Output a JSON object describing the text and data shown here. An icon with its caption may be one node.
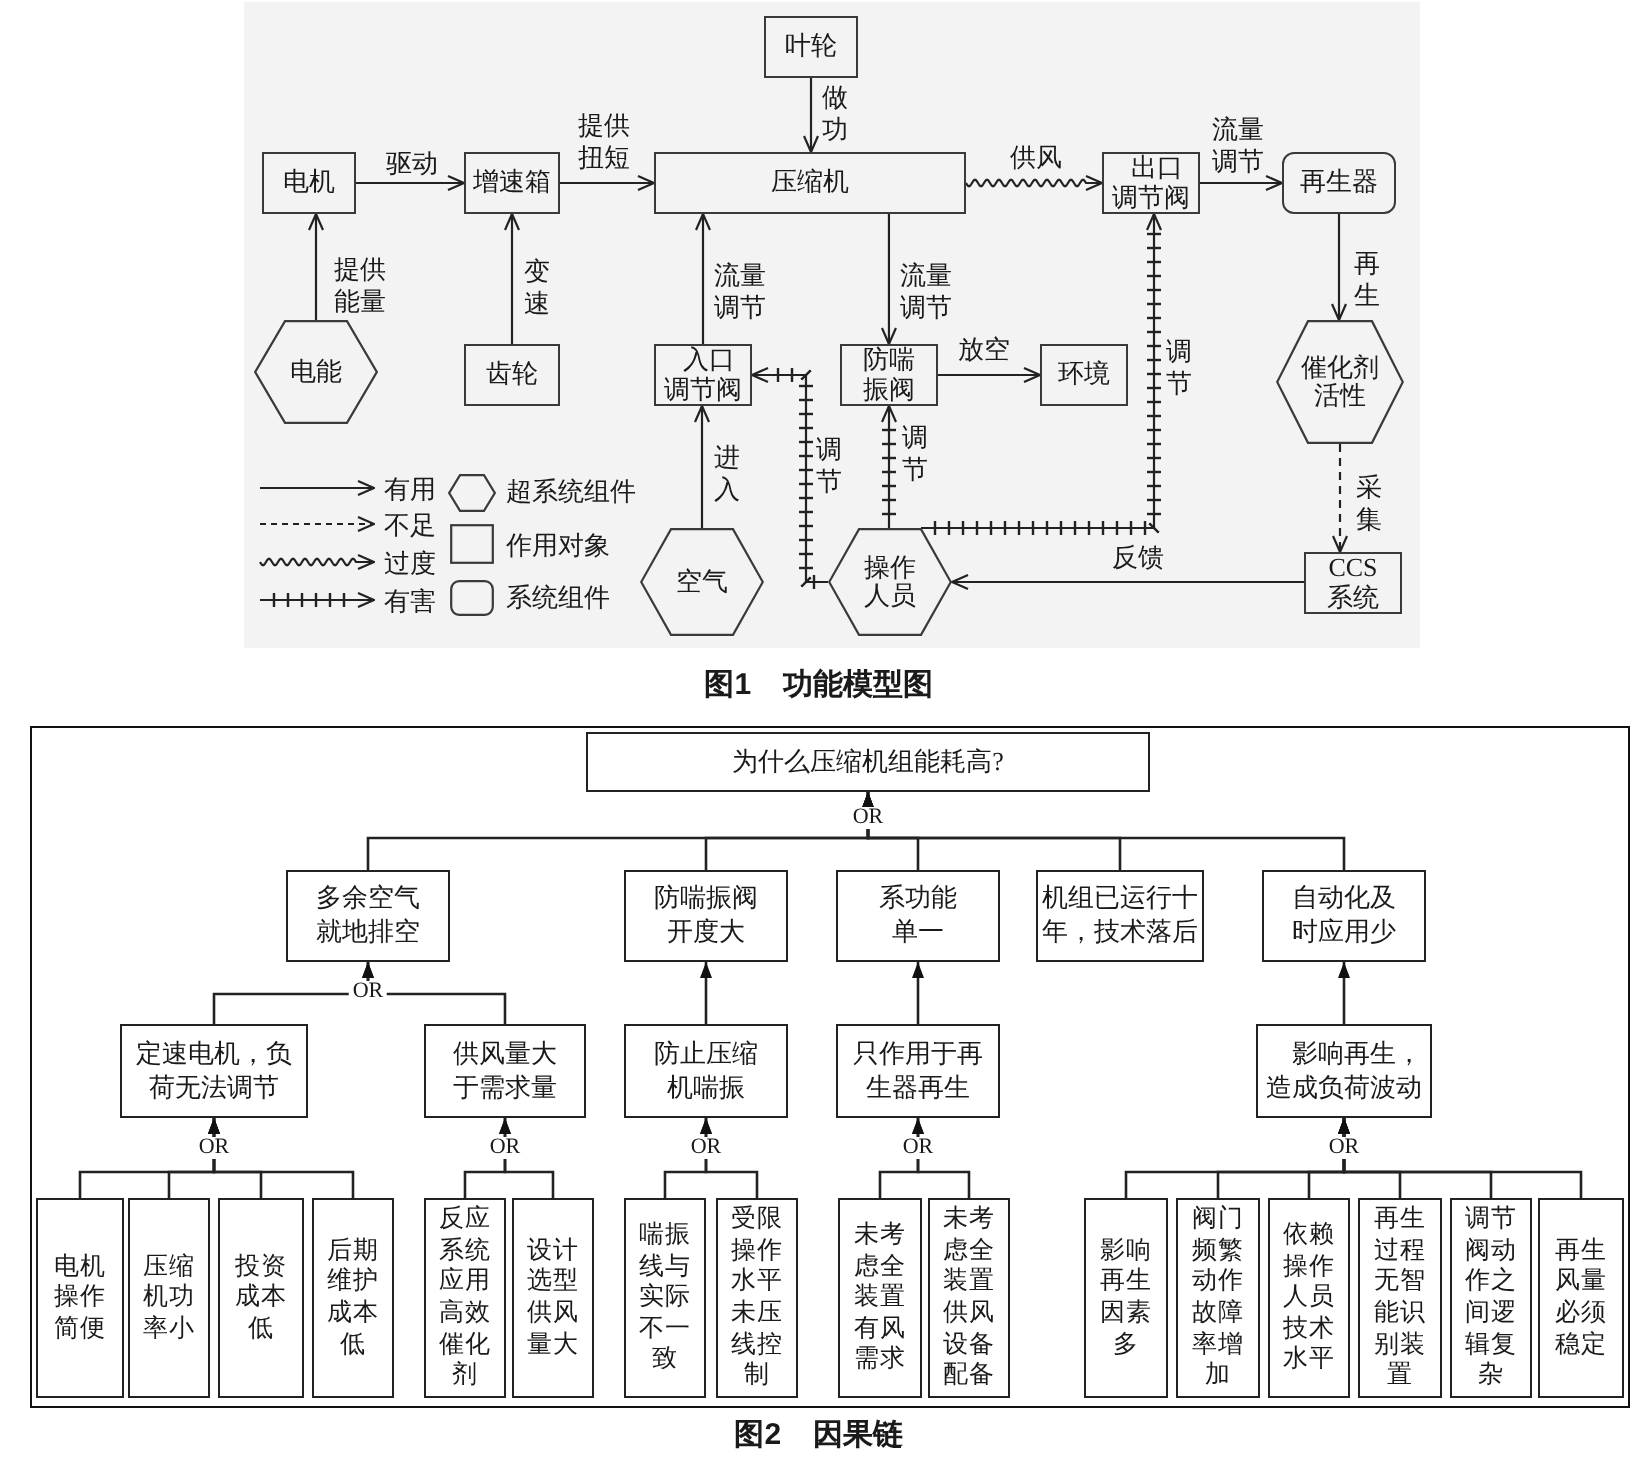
{
  "diagram": {
    "nodes": [
      {
        "text": [
          "叶轮"
        ]
      },
      {
        "text": [
          "电机"
        ]
      },
      {
        "text": [
          "增速箱"
        ]
      },
      {
        "text": [
          "压缩机"
        ]
      },
      {
        "text": [
          "出口调节阀"
        ]
      },
      {
        "text": [
          "再生器"
        ]
      },
      {
        "text": [
          "电能"
        ]
      },
      {
        "text": [
          "齿轮"
        ]
      },
      {
        "text": [
          "入口调节阀"
        ]
      },
      {
        "text": [
          "防喘振阀"
        ]
      },
      {
        "text": [
          "环境"
        ]
      },
      {
        "text": [
          "催化剂活性"
        ]
      },
      {
        "text": [
          "空气"
        ]
      },
      {
        "text": [
          "操作人员"
        ]
      },
      {
        "text": [
          "CCS系统"
        ]
      },
      {
        "text": [
          "为什么压缩机组能耗高?"
        ]
      },
      {
        "text": [
          "多余空气就地排空"
        ]
      },
      {
        "text": [
          "防喘振阀开度大"
        ]
      },
      {
        "text": [
          "系功能单一"
        ]
      },
      {
        "text": [
          "机组已运行十年，技术落后"
        ]
      },
      {
        "text": [
          "自动化及时应用少"
        ]
      },
      {
        "text": [
          "定速电机，负荷无法调节"
        ]
      },
      {
        "text": [
          "供风量大于需求量"
        ]
      },
      {
        "text": [
          "防止压缩机喘振"
        ]
      },
      {
        "text": [
          "只作用于再生器再生"
        ]
      },
      {
        "text": [
          "影响再生，造成负荷波动"
        ]
      },
      {
        "text": [
          "电机操作简便"
        ]
      },
      {
        "text": [
          "压缩机功率小"
        ]
      },
      {
        "text": [
          "投资成本低"
        ]
      },
      {
        "text": [
          "后期维护成本低"
        ]
      },
      {
        "text": [
          "反应系统应用高效催化剂"
        ]
      },
      {
        "text": [
          "设计选型供风量大"
        ]
      },
      {
        "text": [
          "喘振线与实际不一致"
        ]
      },
      {
        "text": [
          "受限操作水平未压线控制"
        ]
      },
      {
        "text": [
          "未考虑全装置有风需求"
        ]
      },
      {
        "text": [
          "未考虑全装置供风设备配备"
        ]
      },
      {
        "text": [
          "影响再生因素多"
        ]
      },
      {
        "text": [
          "阀门频繁动作故障率增加"
        ]
      },
      {
        "text": [
          "依赖操作人员技术水平"
        ]
      },
      {
        "text": [
          "再生过程无智能识别装置"
        ]
      },
      {
        "text": [
          "调节阀动作之间逻辑复杂"
        ]
      },
      {
        "text": [
          "再生风量必须稳定"
        ]
      }
    ],
    "edges": [
      {
        "from": 1,
        "to": 2,
        "arrow": "to",
        "label": "驱动"
      },
      {
        "from": 2,
        "to": 3,
        "arrow": "to",
        "label": "提供扭短"
      },
      {
        "from": 0,
        "to": 3,
        "arrow": "to",
        "label": "做功"
      },
      {
        "from": 3,
        "to": 4,
        "arrow": "to",
        "label": "供风"
      },
      {
        "from": 4,
        "to": 5,
        "arrow": "to",
        "label": "流量调节"
      },
      {
        "from": 6,
        "to": 1,
        "arrow": "to",
        "label": "提供能量"
      },
      {
        "from": 7,
        "to": 2,
        "arrow": "to",
        "label": "变速"
      },
      {
        "from": 8,
        "to": 3,
        "arrow": "to",
        "label": "流量调节"
      },
      {
        "from": 3,
        "to": 9,
        "arrow": "to",
        "label": "流量调节"
      },
      {
        "from": 9,
        "to": 10,
        "arrow": "to",
        "label": "放空"
      },
      {
        "from": 12,
        "to": 8,
        "arrow": "to",
        "label": "进入"
      },
      {
        "from": 5,
        "to": 11,
        "arrow": "to",
        "label": "再生"
      },
      {
        "from": 11,
        "to": 14,
        "arrow": "to",
        "label": "采集",
        "style": "dashed"
      },
      {
        "from": 14,
        "to": 13,
        "arrow": "to",
        "label": "反馈"
      },
      {
        "from": 13,
        "to": 8,
        "arrow": "to",
        "label": "调节"
      },
      {
        "from": 13,
        "to": 9,
        "arrow": "to",
        "label": "调节"
      },
      {
        "from": 13,
        "to": 4,
        "arrow": "to",
        "label": "调节"
      },
      {
        "from": 16,
        "to": 15,
        "arrow": "to"
      },
      {
        "from": 17,
        "to": 15,
        "arrow": "to"
      },
      {
        "from": 18,
        "to": 15,
        "arrow": "to"
      },
      {
        "from": 19,
        "to": 15,
        "arrow": "to"
      },
      {
        "from": 20,
        "to": 15,
        "arrow": "to"
      },
      {
        "from": 21,
        "to": 16,
        "arrow": "to"
      },
      {
        "from": 22,
        "to": 16,
        "arrow": "to"
      },
      {
        "from": 23,
        "to": 17,
        "arrow": "to"
      },
      {
        "from": 24,
        "to": 18,
        "arrow": "to"
      },
      {
        "from": 25,
        "to": 20,
        "arrow": "to"
      },
      {
        "from": 26,
        "to": 21,
        "arrow": "to"
      },
      {
        "from": 27,
        "to": 21,
        "arrow": "to"
      },
      {
        "from": 28,
        "to": 21,
        "arrow": "to"
      },
      {
        "from": 29,
        "to": 21,
        "arrow": "to"
      },
      {
        "from": 30,
        "to": 22,
        "arrow": "to"
      },
      {
        "from": 31,
        "to": 22,
        "arrow": "to"
      },
      {
        "from": 32,
        "to": 23,
        "arrow": "to"
      },
      {
        "from": 33,
        "to": 23,
        "arrow": "to"
      },
      {
        "from": 34,
        "to": 24,
        "arrow": "to"
      },
      {
        "from": 35,
        "to": 24,
        "arrow": "to"
      },
      {
        "from": 36,
        "to": 25,
        "arrow": "to"
      },
      {
        "from": 37,
        "to": 25,
        "arrow": "to"
      },
      {
        "from": 38,
        "to": 25,
        "arrow": "to"
      },
      {
        "from": 39,
        "to": 25,
        "arrow": "to"
      },
      {
        "from": 40,
        "to": 25,
        "arrow": "to"
      },
      {
        "from": 41,
        "to": 25,
        "arrow": "to"
      }
    ],
    "labels": [
      "图1 功能模型图",
      "OR",
      "OR",
      "OR",
      "OR",
      "OR",
      "OR",
      "OR",
      "图2 因果链"
    ],
    "legend": [
      {
        "text": "有用"
      },
      {
        "text": "不足"
      },
      {
        "text": "过度"
      },
      {
        "text": "有害"
      },
      {
        "text": "超系统组件"
      },
      {
        "text": "作用对象"
      },
      {
        "text": "系统组件"
      }
    ]
  }
}
